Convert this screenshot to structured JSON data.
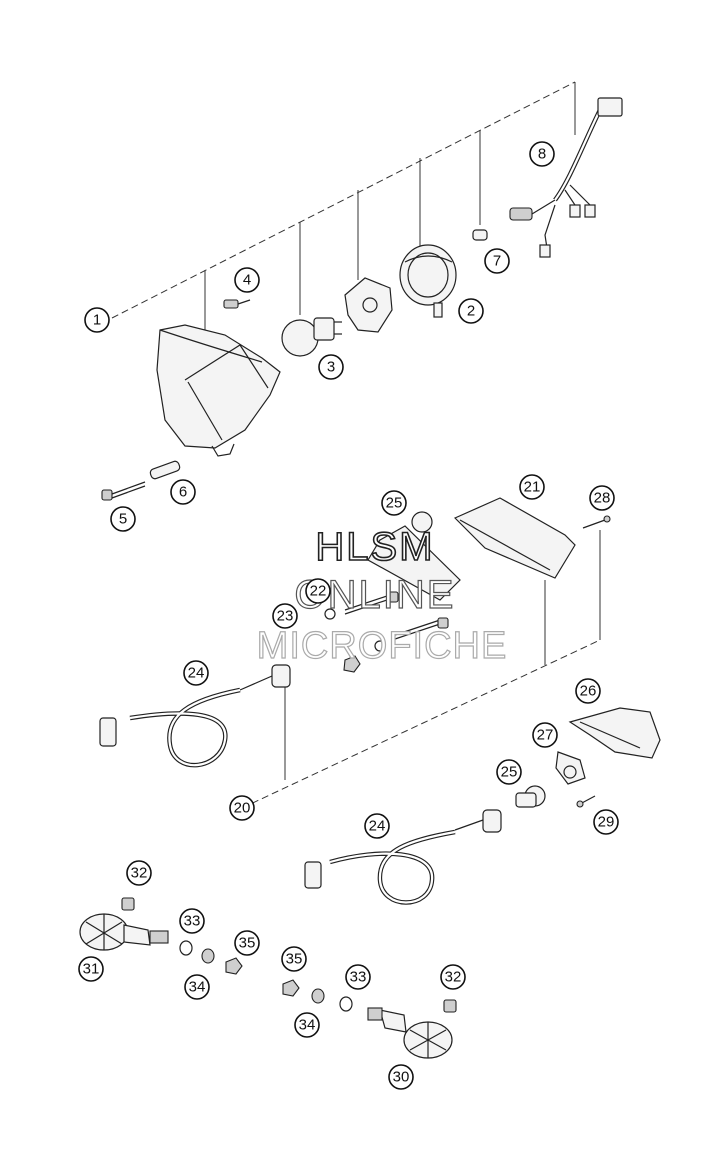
{
  "watermark": {
    "line1": "HLSM",
    "line2": "ONLINE",
    "line3": "MICROFICHE"
  },
  "callouts": [
    "1",
    "2",
    "3",
    "4",
    "5",
    "6",
    "7",
    "8",
    "20",
    "21",
    "22",
    "23",
    "24",
    "24",
    "25",
    "25",
    "26",
    "27",
    "28",
    "29",
    "30",
    "31",
    "32",
    "32",
    "33",
    "33",
    "34",
    "34",
    "35",
    "35"
  ]
}
